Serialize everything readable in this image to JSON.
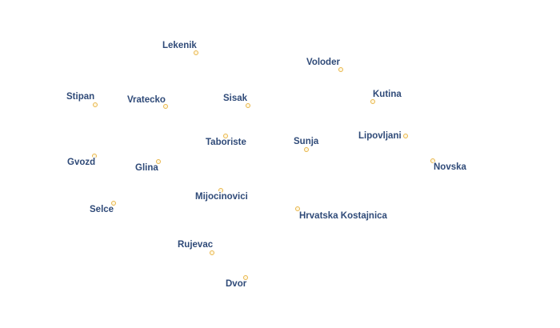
{
  "map": {
    "marker_fill": "#fff7e0",
    "marker_stroke": "#e8b64c",
    "label_color": "#2f4a78",
    "places": [
      {
        "id": "lekenik",
        "name": "Lekenik"
      },
      {
        "id": "voloder",
        "name": "Voloder"
      },
      {
        "id": "stipan",
        "name": "Stipan"
      },
      {
        "id": "vratecko",
        "name": "Vratecko"
      },
      {
        "id": "sisak",
        "name": "Sisak"
      },
      {
        "id": "kutina",
        "name": "Kutina"
      },
      {
        "id": "taboriste",
        "name": "Taboriste"
      },
      {
        "id": "sunja",
        "name": "Sunja"
      },
      {
        "id": "lipovljani",
        "name": "Lipovljani"
      },
      {
        "id": "gvozd",
        "name": "Gvozd"
      },
      {
        "id": "glina",
        "name": "Glina"
      },
      {
        "id": "novska",
        "name": "Novska"
      },
      {
        "id": "mijocinovici",
        "name": "Mijocinovici"
      },
      {
        "id": "selce",
        "name": "Selce"
      },
      {
        "id": "hrvatska-kostajnica",
        "name": "Hrvatska Kostajnica"
      },
      {
        "id": "rujevac",
        "name": "Rujevac"
      },
      {
        "id": "dvor",
        "name": "Dvor"
      }
    ]
  }
}
